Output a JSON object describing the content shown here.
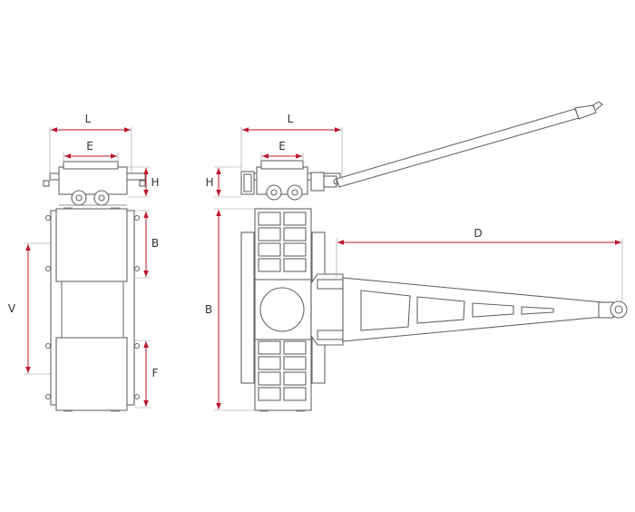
{
  "colors": {
    "dimension": "#c0162b",
    "outline": "#666666",
    "background": "#ffffff"
  },
  "labels": {
    "left_view": {
      "L": "L",
      "E": "E",
      "H": "H",
      "B": "B",
      "V": "V",
      "F": "F"
    },
    "right_view": {
      "L": "L",
      "E": "E",
      "H": "H",
      "B": "B",
      "D": "D"
    }
  }
}
